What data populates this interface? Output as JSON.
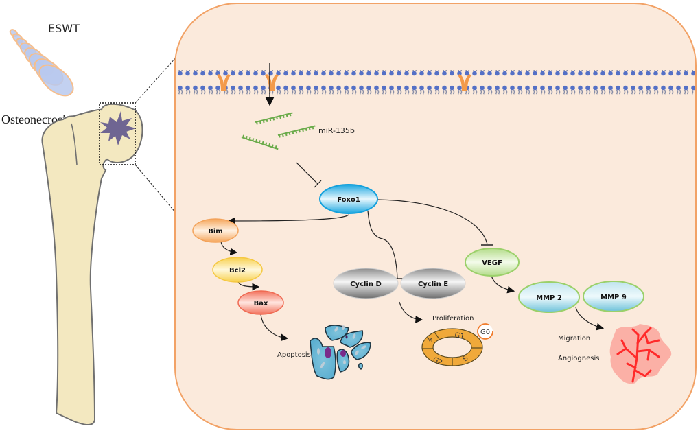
{
  "labels": {
    "eswt": "ESWT",
    "osteonecrosis": "Osteonecrosis",
    "mirna": "miR-135b",
    "apoptosis": "Apoptosis",
    "proliferation": "Proliferation",
    "migration": "Migration",
    "angiogenesis": "Angiognesis"
  },
  "nodes": {
    "foxo1": "Foxo1",
    "bim": "Bim",
    "bcl2": "Bcl2",
    "bax": "Bax",
    "cyclin_d": "Cyclin D",
    "cyclin_e": "Cyclin E",
    "vegf": "VEGF",
    "mmp2": "MMP 2",
    "mmp9": "MMP 9"
  },
  "cell_cycle": {
    "phases": [
      "G1",
      "S",
      "G2",
      "M"
    ],
    "quiescent": "G0"
  },
  "edges": [
    {
      "from": "ESWT",
      "to": "miR-135b",
      "type": "activation"
    },
    {
      "from": "miR-135b",
      "to": "Foxo1",
      "type": "inhibition"
    },
    {
      "from": "Foxo1",
      "to": "Bim",
      "type": "activation"
    },
    {
      "from": "Bim",
      "to": "Bcl2",
      "type": "activation"
    },
    {
      "from": "Bcl2",
      "to": "Bax",
      "type": "activation"
    },
    {
      "from": "Bax",
      "to": "Apoptosis",
      "type": "activation"
    },
    {
      "from": "Foxo1",
      "to": "Cyclin D/E",
      "type": "inhibition"
    },
    {
      "from": "Cyclin D/E",
      "to": "Proliferation",
      "type": "activation"
    },
    {
      "from": "Foxo1",
      "to": "VEGF",
      "type": "inhibition"
    },
    {
      "from": "VEGF",
      "to": "MMP 2",
      "type": "activation"
    },
    {
      "from": "MMP 2",
      "to": "Migration/Angiognesis",
      "type": "activation"
    }
  ],
  "colors": {
    "cell_fill": "#fbeadc",
    "cell_border": "#f2a266",
    "bone_fill": "#f3e8c0",
    "bone_border": "#707070",
    "lesion": "#6f6592",
    "membrane_head": "#5470c6",
    "channel": "#f39a4a",
    "mirna": "#6aab4a",
    "foxo1": "#1aa6e0",
    "bim": "#f5a55a",
    "bcl2": "#f7cf4a",
    "bax": "#f2705a",
    "cyclin": "#9a9a9a",
    "vegf": "#9bd06a",
    "mmp": "#7ec8dc",
    "cell_cycle": "#f0a93a",
    "vessel": "#ff2a2a",
    "vessel_bg": "#fbb0a6"
  }
}
